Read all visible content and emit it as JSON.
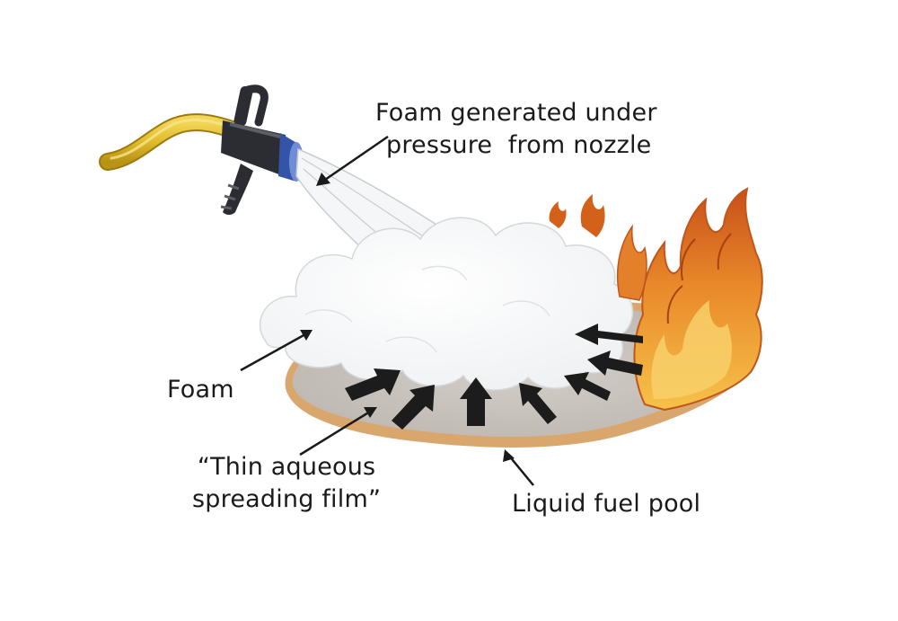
{
  "labels": {
    "nozzle": [
      "Foam generated under",
      "pressure  from nozzle"
    ],
    "foam": "Foam",
    "film": [
      "“Thin aqueous",
      "spreading film”"
    ],
    "pool": "Liquid fuel pool"
  },
  "icons": [
    "hose-icon",
    "nozzle-icon",
    "foam-cloud",
    "fire-flames",
    "spread-arrow"
  ],
  "colors": {
    "hose": "#e6c431",
    "nozzle": "#2b2d33",
    "nozzle_ring": "#3454a8",
    "foam": "#ffffff",
    "pool_fill": "#c7c2bc",
    "pool_rim": "#d9a66e",
    "flame_outer": "#d4611a",
    "flame_inner": "#f2b233",
    "arrow": "#1c1c1c"
  }
}
